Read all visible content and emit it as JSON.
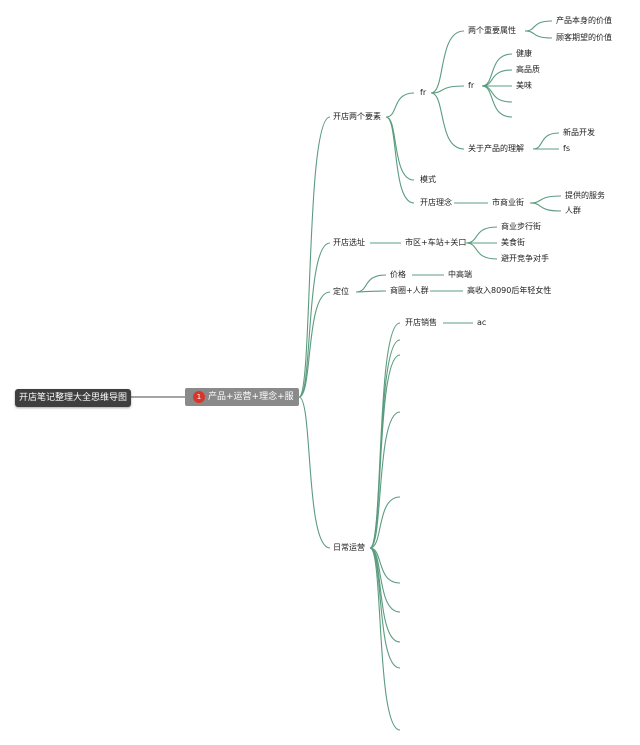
{
  "root": {
    "label": "开店笔记整理大全思维导图"
  },
  "main": {
    "label": "产品+运营+理念+服务",
    "badge": "1"
  },
  "branches": {
    "b1": {
      "label": "开店两个要素"
    },
    "b2": {
      "label": "开店选址"
    },
    "b3": {
      "label": "定位"
    },
    "b4": {
      "label": "日常运营"
    }
  },
  "nodes": {
    "fr1": "fr",
    "two_attrs": "两个重要属性",
    "product_value": "产品本身的价值",
    "customer_value": "顾客期望的价值",
    "fr2": "fr",
    "health": "健康",
    "quality": "高品质",
    "taste": "美味",
    "about_product": "关于产品的理解",
    "new_product": "新品开发",
    "fs": "fs",
    "mode": "模式",
    "philosophy": "开店理念",
    "business_street": "市商业街",
    "service": "提供的服务",
    "crowd": "人群",
    "location_area": "市区+车站+关口",
    "pedestrian_street": "商业步行街",
    "food_street": "美食街",
    "avoid_competition": "避开竞争对手",
    "price": "价格",
    "mid_high": "中高端",
    "circle_crowd": "商圈+人群",
    "high_income": "高收入8090后年轻女性",
    "opening_sales": "开店销售",
    "ac": "ac"
  },
  "colors": {
    "connector": "#5b9c80",
    "root_bg": "#3f3f3f",
    "main_bg": "#8a8a8a",
    "badge": "#d9362b"
  }
}
